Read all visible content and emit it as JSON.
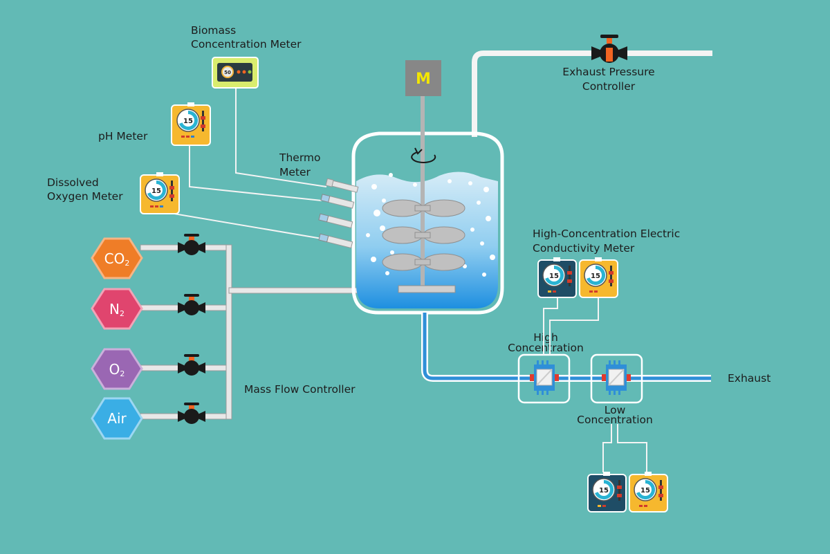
{
  "labels": {
    "biomass_1": "Biomass",
    "biomass_2": "Concentration Meter",
    "ph": "pH Meter",
    "do_1": "Dissolved",
    "do_2": "Oxygen Meter",
    "thermo_1": "Thermo",
    "thermo_2": "Meter",
    "exhaust_pc_1": "Exhaust Pressure",
    "exhaust_pc_2": "Controller",
    "hcec_1": "High-Concentration Electric",
    "hcec_2": "Conductivity Meter",
    "high_conc_1": "High",
    "high_conc_2": "Concentration",
    "low_conc_1": "Low",
    "low_conc_2": "Concentration",
    "exhaust": "Exhaust",
    "mfc": "Mass Flow Controller",
    "motor": "M"
  },
  "gases": [
    {
      "main": "CO",
      "sub": "2",
      "color": "#ef7d27"
    },
    {
      "main": "N",
      "sub": "2",
      "color": "#e0456e"
    },
    {
      "main": "O",
      "sub": "2",
      "color": "#9a67b3"
    },
    {
      "main": "Air",
      "sub": "",
      "color": "#3aaee5"
    }
  ],
  "meter_dial_value": "15",
  "biomass_display_value": "50",
  "colors": {
    "background": "#62bab5",
    "pipe": "#f4f4f4",
    "liquid_pipe": "#2f8fd8",
    "meter_yellow": "#f6b82e",
    "meter_navy": "#1f4d66",
    "valve_orange": "#f26522"
  }
}
